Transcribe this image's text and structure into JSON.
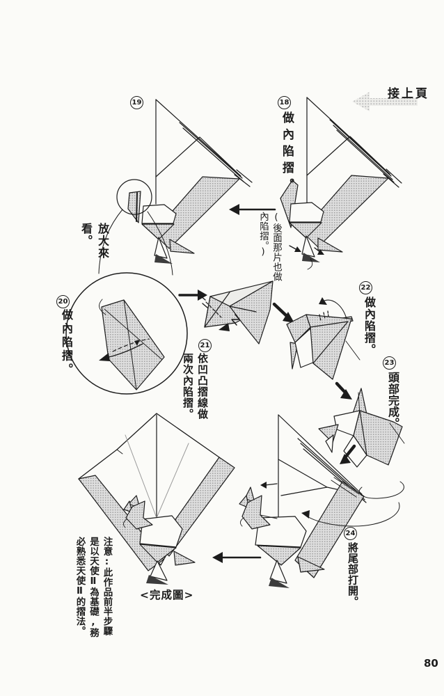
{
  "page": {
    "number": "80",
    "continue_label": "接上頁",
    "completed_label": "<完成圖>"
  },
  "magnify": {
    "label": "放大來看。"
  },
  "steps": {
    "s18": {
      "num": "18",
      "label": "做內陷摺。",
      "note": "(後面那片也做內陷摺。)"
    },
    "s19": {
      "num": "19"
    },
    "s20": {
      "num": "20",
      "label": "做內陷摺。"
    },
    "s21": {
      "num": "21",
      "label": "依凹凸摺線做兩次內陷摺。"
    },
    "s22": {
      "num": "22",
      "label": "做內陷摺。"
    },
    "s23": {
      "num": "23",
      "label": "頭部完成。"
    },
    "s24": {
      "num": "24",
      "label": "將尾部打開。"
    }
  },
  "notice": {
    "text": "注意:此作品前半步驟是以天使Ⅱ為基礎,務必熟悉天使Ⅱ的摺法。"
  },
  "colors": {
    "paper": "#fbfbf8",
    "ink": "#1c1c1c",
    "halftone": "#c7c7c7",
    "arrow_gray": "#c3c3c3"
  }
}
